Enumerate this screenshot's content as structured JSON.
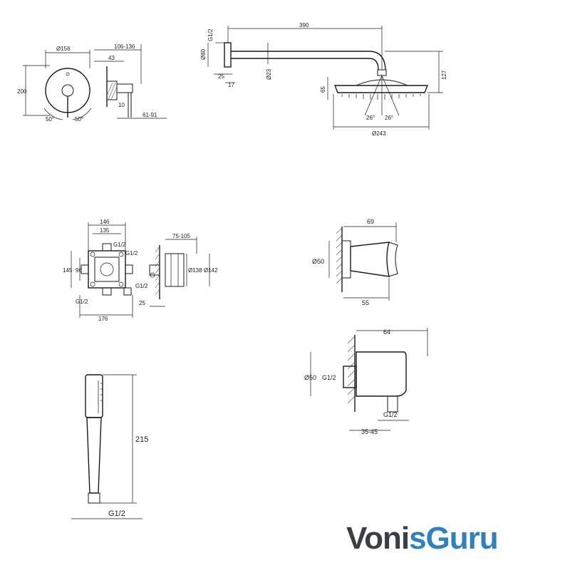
{
  "mixer": {
    "diameter": "Ø156",
    "depth_range": "106-136",
    "height": "200",
    "offset": "43",
    "angle_left": "50°",
    "angle_right": "50°",
    "small": "10",
    "projection": "61-91"
  },
  "shower_arm": {
    "length": "390",
    "thread": "G1/2",
    "flange": "Ø80",
    "wall_depth": "25",
    "wall_plate": "17",
    "pipe": "Ø23",
    "head_height": "65",
    "total_drop": "127",
    "angle_left": "26°",
    "angle_right": "26°",
    "head_diameter": "Ø243"
  },
  "box": {
    "width_outer": "146",
    "width_inner": "135",
    "thread_top": "G1/2",
    "thread_right": "G1/2",
    "height_outer": "145",
    "height_inner": "96",
    "thread_left": "G1/2",
    "width_bottom": "176",
    "side_depth": "75-105",
    "diameter_a": "Ø138",
    "diameter_b": "Ø142",
    "side_thread": "G1/2",
    "side_offset": "25"
  },
  "holder": {
    "width": "69",
    "diameter": "Ø50",
    "depth": "55"
  },
  "elbow": {
    "width": "64",
    "diameter": "Ø50",
    "thread": "G1/2",
    "thread_bottom": "G1/2",
    "depth": "35-45"
  },
  "handshower": {
    "length": "215",
    "thread": "G1/2"
  },
  "logo": {
    "part1": "Voni",
    "part2": "s",
    "part3": "Guru",
    "colors": {
      "dark": "#3a3f47",
      "blue": "#2f7fc1"
    }
  }
}
